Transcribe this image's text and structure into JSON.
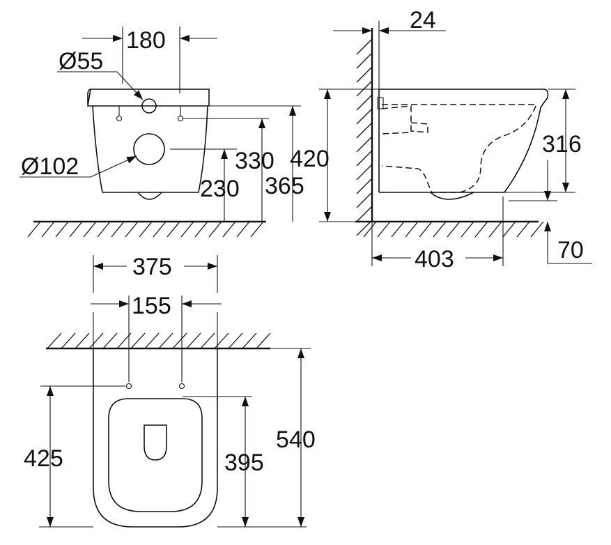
{
  "colors": {
    "line": "#111111",
    "background": "#ffffff"
  },
  "front_view": {
    "width_180": "180",
    "dia_55": "Ø55",
    "dia_102": "Ø102",
    "height_330": "330",
    "height_230": "230",
    "height_365": "365"
  },
  "side_view": {
    "offset_24": "24",
    "height_420": "420",
    "height_316": "316",
    "depth_403": "403",
    "height_70": "70"
  },
  "top_view": {
    "width_375": "375",
    "spacing_155": "155",
    "length_425": "425",
    "length_395": "395",
    "length_540": "540"
  }
}
